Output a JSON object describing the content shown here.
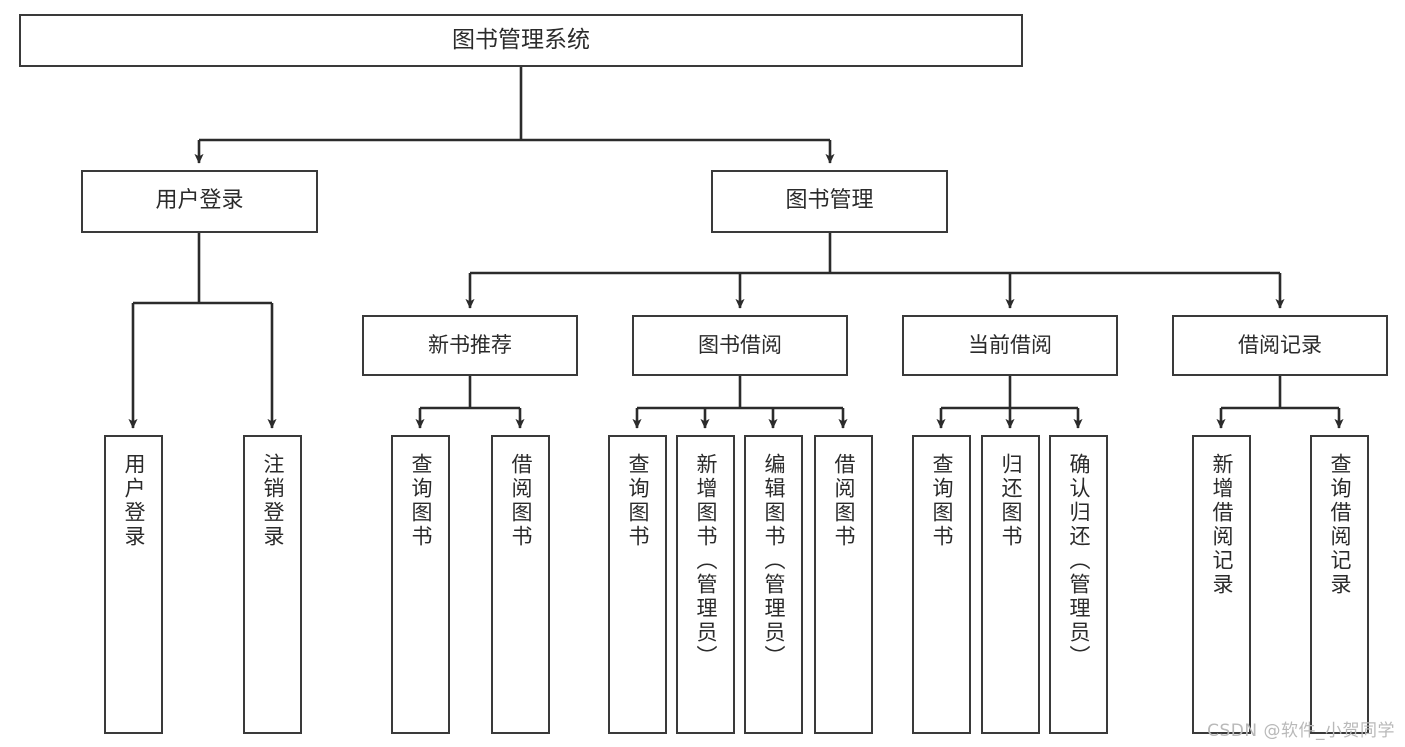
{
  "diagram": {
    "type": "tree",
    "title": "图书管理系统",
    "orientation": "top-down",
    "colors": {
      "box_border": "#3a3a3a",
      "box_fill": "#ffffff",
      "connector": "#2b2b2b",
      "text": "#2b2b2b",
      "watermark": "#b9b9b9",
      "background": "#ffffff"
    }
  },
  "root": {
    "label": "图书管理系统"
  },
  "level2": [
    {
      "label": "用户登录"
    },
    {
      "label": "图书管理"
    }
  ],
  "level3": [
    {
      "label": "新书推荐"
    },
    {
      "label": "图书借阅"
    },
    {
      "label": "当前借阅"
    },
    {
      "label": "借阅记录"
    }
  ],
  "leaves": [
    {
      "label": "用户登录",
      "parent": "用户登录"
    },
    {
      "label": "注销登录",
      "parent": "用户登录"
    },
    {
      "label": "查询图书",
      "parent": "新书推荐"
    },
    {
      "label": "借阅图书",
      "parent": "新书推荐"
    },
    {
      "label": "查询图书",
      "parent": "图书借阅"
    },
    {
      "label": "新增图书（管理员）",
      "parent": "图书借阅"
    },
    {
      "label": "编辑图书（管理员）",
      "parent": "图书借阅"
    },
    {
      "label": "借阅图书",
      "parent": "图书借阅"
    },
    {
      "label": "查询图书",
      "parent": "当前借阅"
    },
    {
      "label": "归还图书",
      "parent": "当前借阅"
    },
    {
      "label": "确认归还（管理员）",
      "parent": "当前借阅"
    },
    {
      "label": "新增借阅记录",
      "parent": "借阅记录"
    },
    {
      "label": "查询借阅记录",
      "parent": "借阅记录"
    }
  ],
  "watermark": {
    "text": "CSDN @软件_小贺同学"
  }
}
